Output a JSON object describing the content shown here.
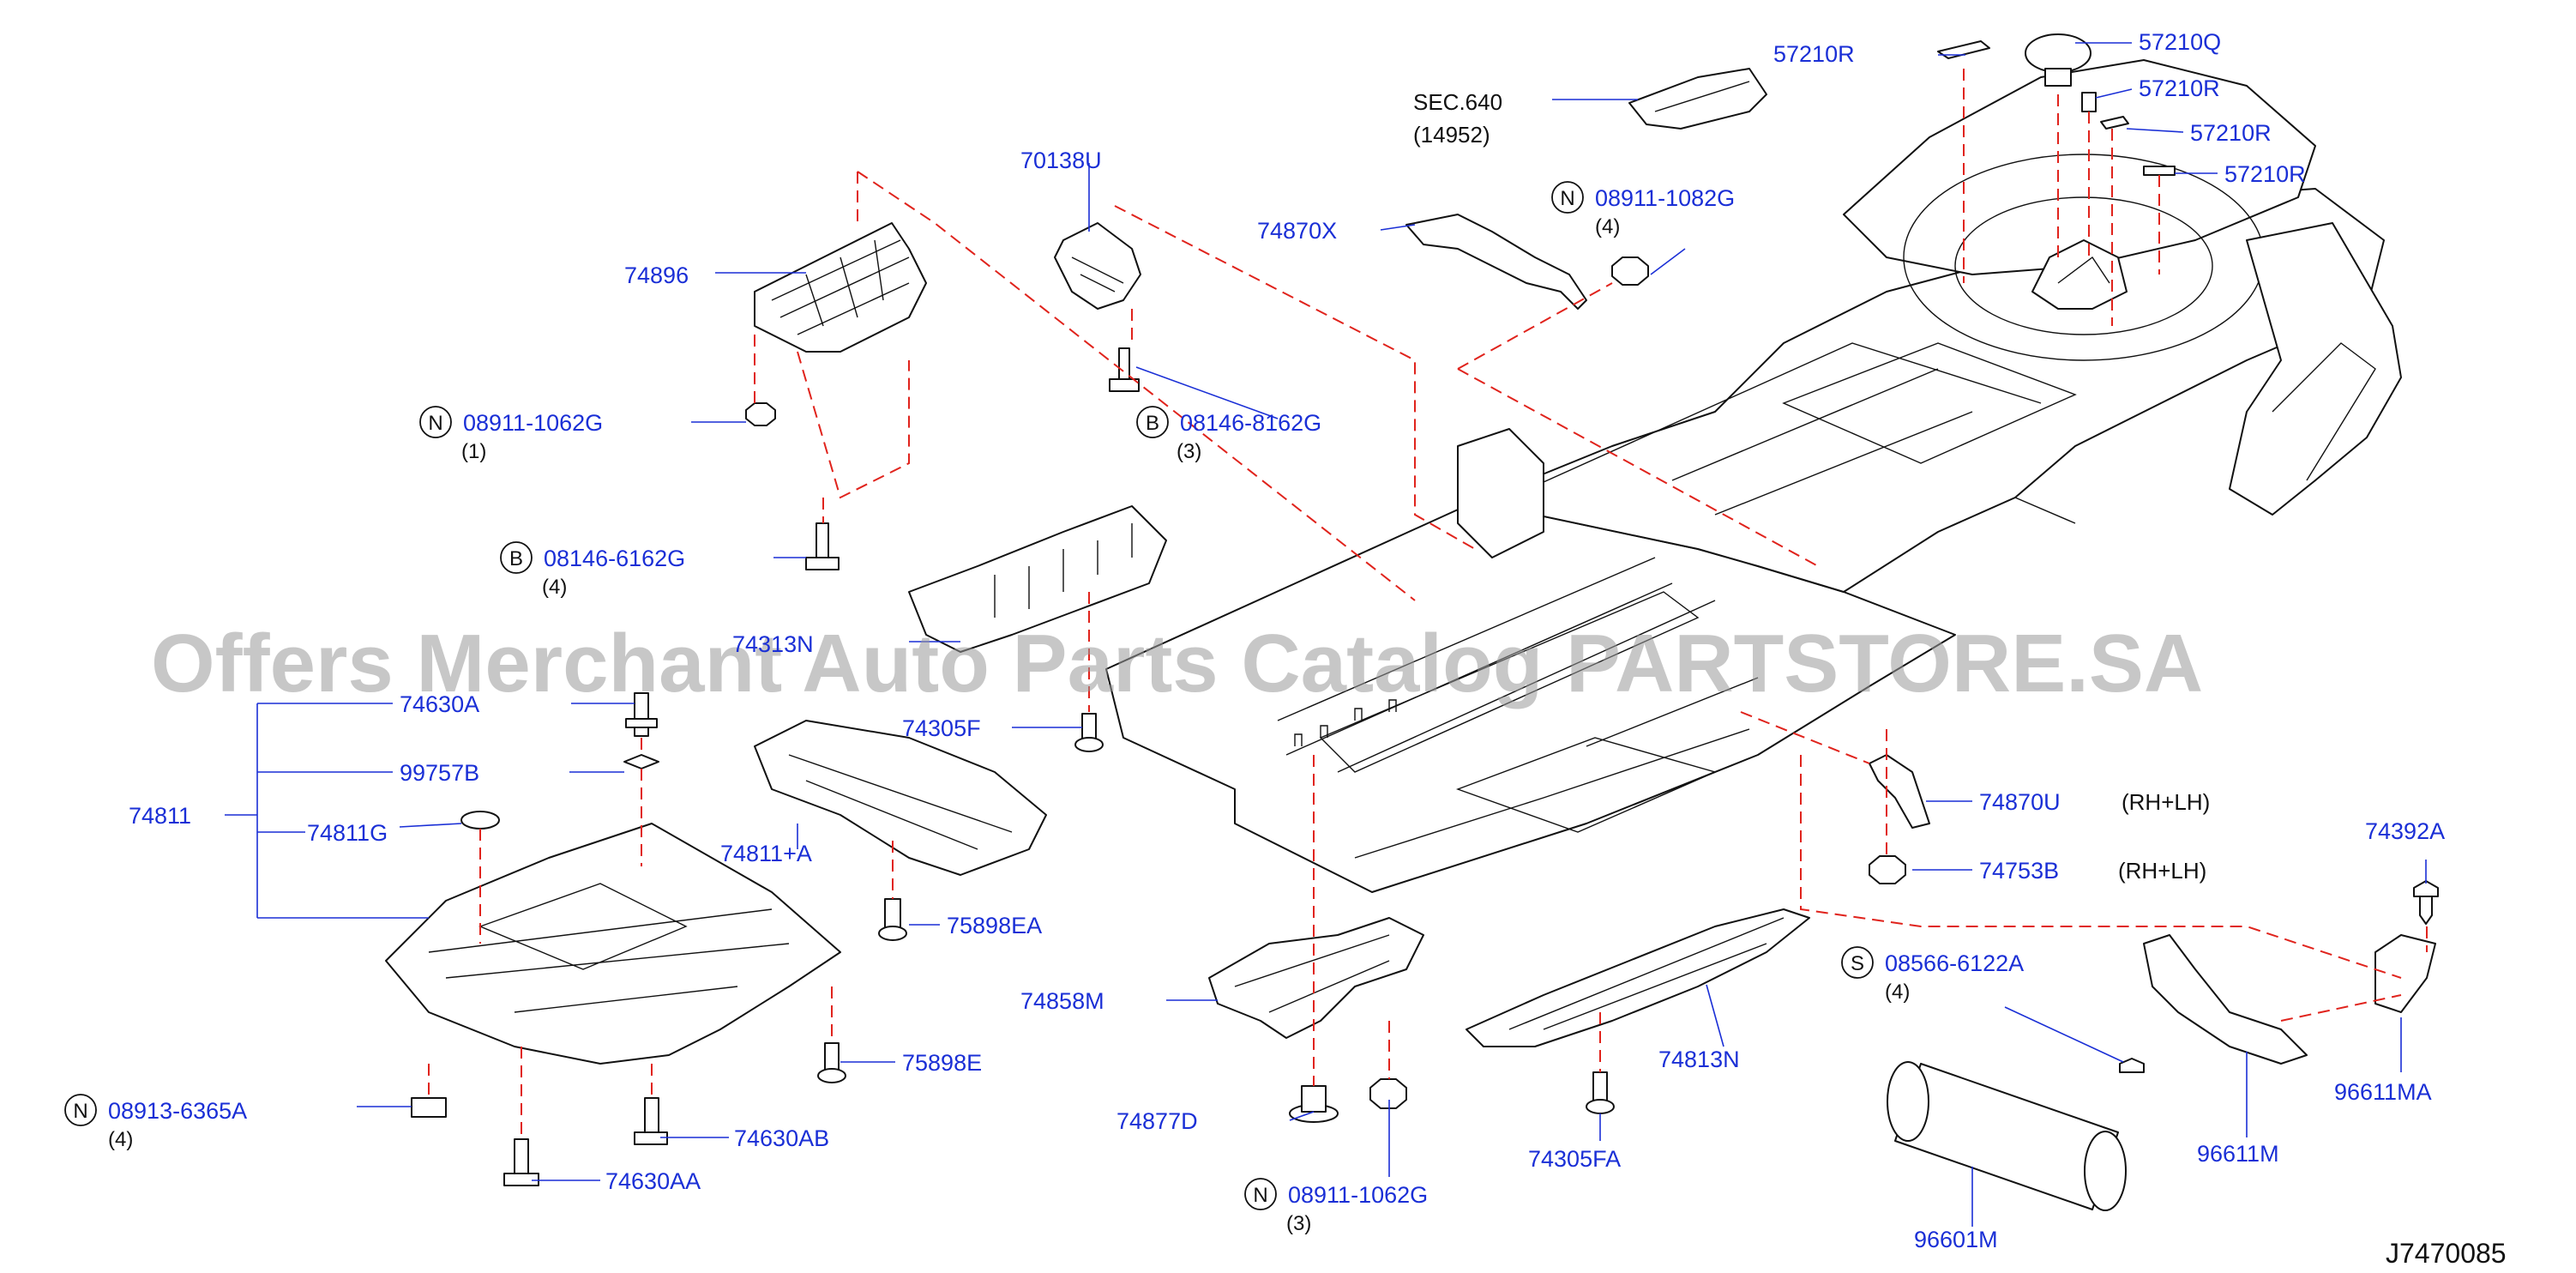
{
  "watermark": "Offers Merchant Auto Parts Catalog PARTSTORE.SA",
  "diagram_code": "J7470085",
  "section_ref": {
    "label": "SEC.640",
    "sub": "(14952)"
  },
  "parts": {
    "p57210R_a": "57210R",
    "p57210Q": "57210Q",
    "p57210R_b": "57210R",
    "p57210R_c": "57210R",
    "p57210R_d": "57210R",
    "p70138U": "70138U",
    "p74870X": "74870X",
    "p74896": "74896",
    "p74313N": "74313N",
    "p74305F": "74305F",
    "p74630A": "74630A",
    "p99757B": "99757B",
    "p74811": "74811",
    "p74811G": "74811G",
    "p74811A": "74811+A",
    "p75898EA": "75898EA",
    "p75898E": "75898E",
    "p74630AB": "74630AB",
    "p74630AA": "74630AA",
    "p74858M": "74858M",
    "p74877D": "74877D",
    "p74813N": "74813N",
    "p74305FA": "74305FA",
    "p74870U": "74870U",
    "p74753B": "74753B",
    "p74392A": "74392A",
    "p96611MA": "96611MA",
    "p96611M": "96611M",
    "p96601M": "96601M"
  },
  "fasteners": {
    "f1": {
      "prefix": "N",
      "number": "08911-1082G",
      "qty": "(4)"
    },
    "f2": {
      "prefix": "N",
      "number": "08911-1062G",
      "qty": "(1)"
    },
    "f3": {
      "prefix": "B",
      "number": "08146-8162G",
      "qty": "(3)"
    },
    "f4": {
      "prefix": "B",
      "number": "08146-6162G",
      "qty": "(4)"
    },
    "f5": {
      "prefix": "N",
      "number": "08913-6365A",
      "qty": "(4)"
    },
    "f6": {
      "prefix": "N",
      "number": "08911-1062G",
      "qty": "(3)"
    },
    "f7": {
      "prefix": "S",
      "number": "08566-6122A",
      "qty": "(4)"
    }
  },
  "notes": {
    "rhlh_1": "(RH+LH)",
    "rhlh_2": "(RH+LH)"
  },
  "colors": {
    "label": "#1a2fd6",
    "leader": "#1a2fd6",
    "dash": "#e0231c",
    "outline": "#111111"
  }
}
